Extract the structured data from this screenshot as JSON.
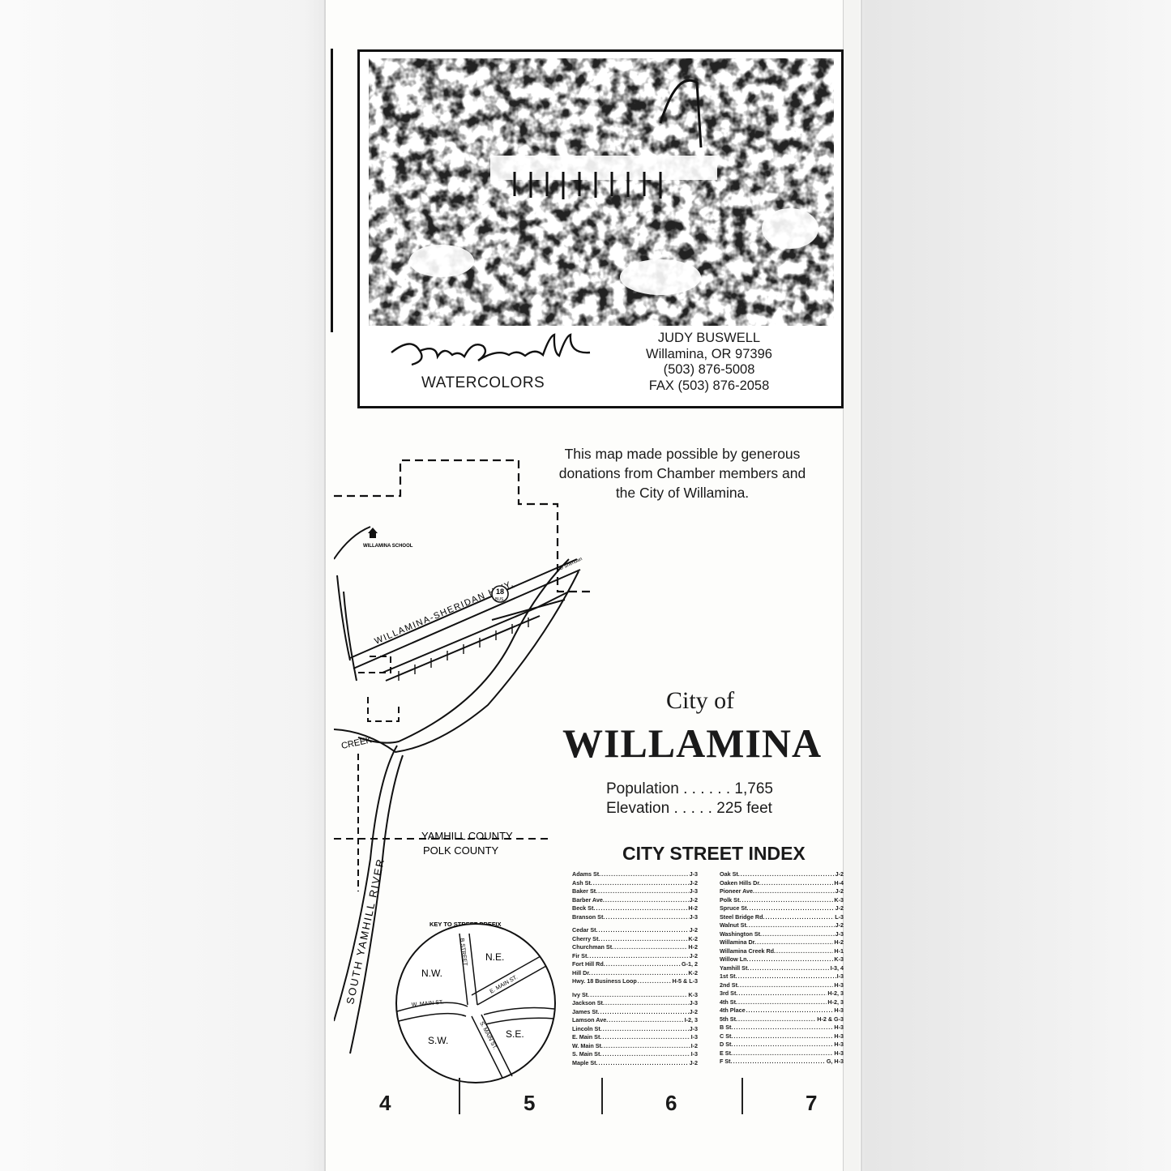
{
  "ad": {
    "signature": "Judy Buswell",
    "label": "WATERCOLORS",
    "name": "JUDY BUSWELL",
    "address": "Willamina, OR 97396",
    "phone": "(503) 876-5008",
    "fax": "FAX (503) 876-2058"
  },
  "donation": {
    "line1": "This map made possible by generous",
    "line2": "donations from Chamber members and",
    "line3": "the City of Willamina."
  },
  "map": {
    "school": "WILLAMINA SCHOOL",
    "highway": "WILLAMINA-SHERIDAN HWY.",
    "route": "18",
    "route_sub": "BUS",
    "to_sheridan": "TO Sheridan",
    "creek": "CREEK",
    "river": "SOUTH YAMHILL RIVER",
    "county_north": "YAMHILL COUNTY",
    "county_south": "POLK COUNTY"
  },
  "key": {
    "title": "KEY TO STREET PREFIX",
    "nw": "N.W.",
    "ne": "N.E.",
    "sw": "S.W.",
    "se": "S.E.",
    "b_street": "B STREET",
    "e_main": "E. MAIN ST.",
    "w_main": "W. MAIN ST.",
    "s_main": "S. MAIN ST."
  },
  "title": {
    "city_of": "City of",
    "name": "WILLAMINA",
    "population_label": "Population",
    "population_value": "1,765",
    "elevation_label": "Elevation",
    "elevation_value": "225 feet"
  },
  "index": {
    "title": "CITY STREET INDEX",
    "col_a": [
      {
        "name": "Adams St.",
        "ref": "J-3"
      },
      {
        "name": "Ash St.",
        "ref": "J-2"
      },
      {
        "name": "Baker St.",
        "ref": "J-3"
      },
      {
        "name": "Barber Ave.",
        "ref": "J-2"
      },
      {
        "name": "Beck St.",
        "ref": "H-2"
      },
      {
        "name": "Branson St.",
        "ref": "J-3"
      },
      {
        "name": "Cedar St.",
        "ref": "J-2"
      },
      {
        "name": "Cherry St.",
        "ref": "K-2"
      },
      {
        "name": "Churchman St.",
        "ref": "H-2"
      },
      {
        "name": "Fir St.",
        "ref": "J-2"
      },
      {
        "name": "Fort Hill Rd.",
        "ref": "G-1, 2"
      },
      {
        "name": "Hill Dr.",
        "ref": "K-2"
      },
      {
        "name": "Hwy. 18 Business Loop",
        "ref": "H-5 & L-3"
      },
      {
        "name": "Ivy St.",
        "ref": "K-3"
      },
      {
        "name": "Jackson St.",
        "ref": "J-3"
      },
      {
        "name": "James St.",
        "ref": "J-2"
      },
      {
        "name": "Lamson Ave.",
        "ref": "I-2, 3"
      },
      {
        "name": "Lincoln St.",
        "ref": "J-3"
      },
      {
        "name": "E. Main St.",
        "ref": "I-3"
      },
      {
        "name": "W. Main St.",
        "ref": "I-2"
      },
      {
        "name": "S. Main St.",
        "ref": "I-3"
      },
      {
        "name": "Maple St.",
        "ref": "J-2"
      }
    ],
    "col_b": [
      {
        "name": "Oak St.",
        "ref": "J-2"
      },
      {
        "name": "Oaken Hills Dr.",
        "ref": "H-4"
      },
      {
        "name": "Pioneer Ave.",
        "ref": "J-2"
      },
      {
        "name": "Polk St.",
        "ref": "K-3"
      },
      {
        "name": "Spruce St.",
        "ref": "J-2"
      },
      {
        "name": "Steel Bridge Rd.",
        "ref": "L-3"
      },
      {
        "name": "Walnut St.",
        "ref": "J-2"
      },
      {
        "name": "Washington St.",
        "ref": "J-3"
      },
      {
        "name": "Willamina Dr.",
        "ref": "H-2"
      },
      {
        "name": "Willamina Creek Rd.",
        "ref": "H-1"
      },
      {
        "name": "Willow Ln.",
        "ref": "K-3"
      },
      {
        "name": "Yamhill St.",
        "ref": "I-3, 4"
      },
      {
        "name": "1st St.",
        "ref": "I-3"
      },
      {
        "name": "2nd St.",
        "ref": "H-3"
      },
      {
        "name": "3rd St.",
        "ref": "H-2, 3"
      },
      {
        "name": "4th St.",
        "ref": "H-2, 3"
      },
      {
        "name": "4th Place",
        "ref": "H-3"
      },
      {
        "name": "5th St.",
        "ref": "H-2 & G-3"
      },
      {
        "name": "B St.",
        "ref": "H-3"
      },
      {
        "name": "C St.",
        "ref": "H-3"
      },
      {
        "name": "D St.",
        "ref": "H-3"
      },
      {
        "name": "E St.",
        "ref": "H-3"
      },
      {
        "name": "F St.",
        "ref": "G, H-3"
      }
    ]
  },
  "grid_columns": [
    "4",
    "5",
    "6",
    "7"
  ]
}
